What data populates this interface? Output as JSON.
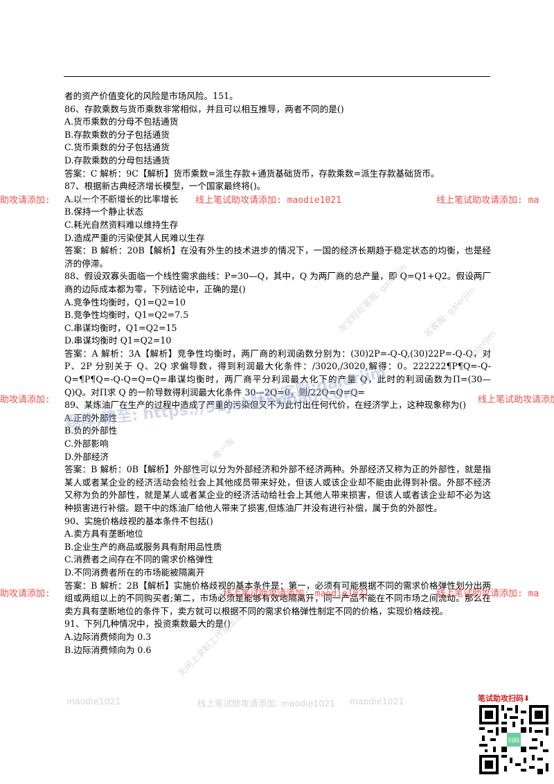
{
  "watermark": {
    "left_1": "助攻请添加:",
    "right_1": "线上笔试助攻请添加: maodie1021",
    "far_right_1": "线上笔试助攻请添加: ma",
    "left_2": "助攻请添加:",
    "center_2": "线上笔试助攻请添加: maodie1021",
    "far_right_2": "线上笔试助攻请添加: ma",
    "top_left_gray": "maodie1021",
    "top_mid_gray": "线上笔试助攻请添加: maodie1021",
    "diag_1": "淘宝旺旺客服: galerjim",
    "diag_2": "答客服: galerjim",
    "diag_3": "galerjim",
    "blue_1": "旺旺客服:galerjim",
    "blue_2": "题库,请至: https://91job.taobao.com",
    "mid_left": "助攻请添加:",
    "mid_right": "线上笔试助攻请添加: ma",
    "rot_a": "闲上求职工作室出品, 唯一淘",
    "rot_b": "天闲上求职工作室出品",
    "mid_gray_b": "maodie1021",
    "mid_gray_c": "maodie1021"
  },
  "document": {
    "lines": [
      "者的资产价值变化的风险是市场风险。151。",
      "86、存款乘数与货币乘数非常相似，并且可以相互推导，两者不同的是()",
      "A.货币乘数的分母不包括通货",
      "B.存款乘数的分子包括通货",
      "C.货币乘数的分子包括通货",
      "D.存款乘数的分母包括通货",
      "答案：C 解析：9C【解析】货币乘数=派生存款+通货基础货币，存款乘数=派生存款基础货币。",
      "87、根据新古典经济增长模型，一个国家最终将()。",
      "A.以一个不断增长的比率增长",
      "B.保持一个静止状态",
      "C.耗光自然资料难以维持生存",
      "D.造成严重的污染使其人民难以生存",
      "答案：B 解析：20B【解析】在没有外生的技术进步的情况下，一国的经济长期趋于稳定状态的均衡，也是经济的停滞。",
      "88、假设双寡头面临一个线性需求曲线：P=30—Q，其中，Q 为两厂商的总产量，即 Q=Q1+Q2。假设两厂商的边际成本都为零，下列结论中，正确的是()",
      "A.竞争性均衡时，Q1=Q2=10",
      "B.竞争性均衡时，Q1=Q2=7.5",
      "C.串谋均衡时，Q1=Q2=15",
      "D.串谋均衡时 Q1=Q2=10",
      "答案：A 解析：3A【解析】竞争性均衡时，两厂商的利润函数分别为：(30)2P=-Q-Q,(30)22P=-Q-Q，对 P、2P 分别关于 Q、2Q 求偏导数，得到利润最大化条件：/3020,/3020,解得：0。222222¶P¶Q=-Q-Q=¶P¶Q=-Q-Q=Q=Q=串谋均衡时，两厂商平分利润最大化下的产量 Q，此时的利润函数为Π=(30—Q)Q。对Π求 Q 的一阶导数得利润最大化条件 30—2Q=0，则/22Q=Q=Q=",
      "89、某炼油厂在生产的过程中造成了严重的污染但又不为此付出任何代价，在经济学上，这种现象称为()",
      "A.正的外部性",
      "B.负的外部性",
      "C.外部影响",
      "D.外部经济",
      "答案：B 解析：0B【解析】外部性可以分为外部经济和外部不经济两种。外部经济又称为正的外部性，就是指某人或者某企业的经济活动会给社会上其他成员带来好处，但该人或该企业却不能由此得到补偿。外部不经济又称为负的外部性，就是某人或者某企业的经济活动给社会上其他人带来损害，但该人或者该企业却不必为这种损害进行补偿。题干中的炼油厂给他人带来了损害,但炼油厂并没有进行补偿，属于负的外部性。",
      "90、实施价格歧视的基本条件不包括()",
      "A.卖方具有垄断地位",
      "B.企业生产的商品或服务具有耐用品性质",
      "C.消费者之间存在不同的需求价格弹性",
      "D.不同消费者所在的市场能被隔离开",
      "答案：B 解析：2B【解析】实施价格歧视的基本条件是：第一，必须有可能根据不同的需求价格弹性划分出两组或两组以上的不同购买者;第二，市场必须是能够有效地隔离开，同一产品不能在不同市场之间流动。那么在卖方具有垄断地位的条件下，卖方就可以根据不同的需求价格弹性制定不同的价格，实现价格歧视。",
      "91、下列几种情况中，投资乘数最大的是()",
      "A.边际消费倾向为 0.3",
      "B.边际消费倾向为 0.6"
    ]
  },
  "qr": {
    "label": "笔试助攻扫码⬇",
    "center_text": "扫码"
  }
}
